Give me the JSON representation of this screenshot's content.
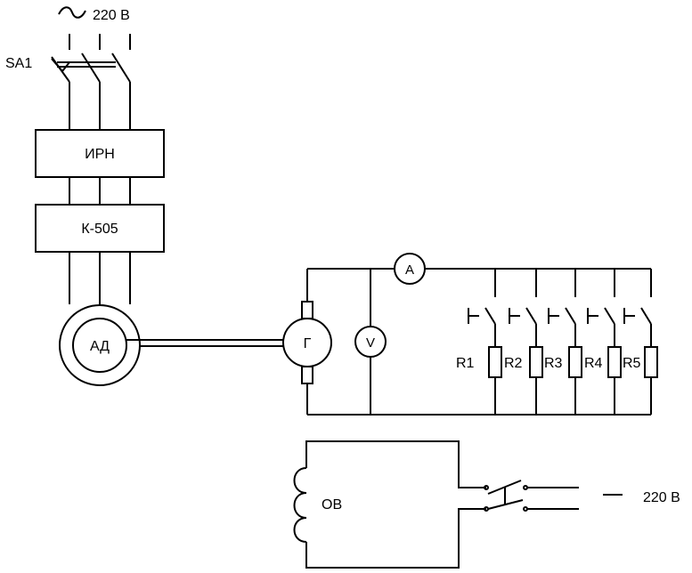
{
  "supply_top": {
    "symbol": "~",
    "voltage": "220 В"
  },
  "switch_label": "SA1",
  "irn_label": "ИРН",
  "k505_label": "К-505",
  "motor_label": "АД",
  "generator_label": "Г",
  "voltmeter_label": "V",
  "ammeter_label": "А",
  "resistors": [
    "R1",
    "R2",
    "R3",
    "R4",
    "R5"
  ],
  "field_winding_label": "ОВ",
  "supply_bottom": {
    "voltage": "220 В"
  }
}
